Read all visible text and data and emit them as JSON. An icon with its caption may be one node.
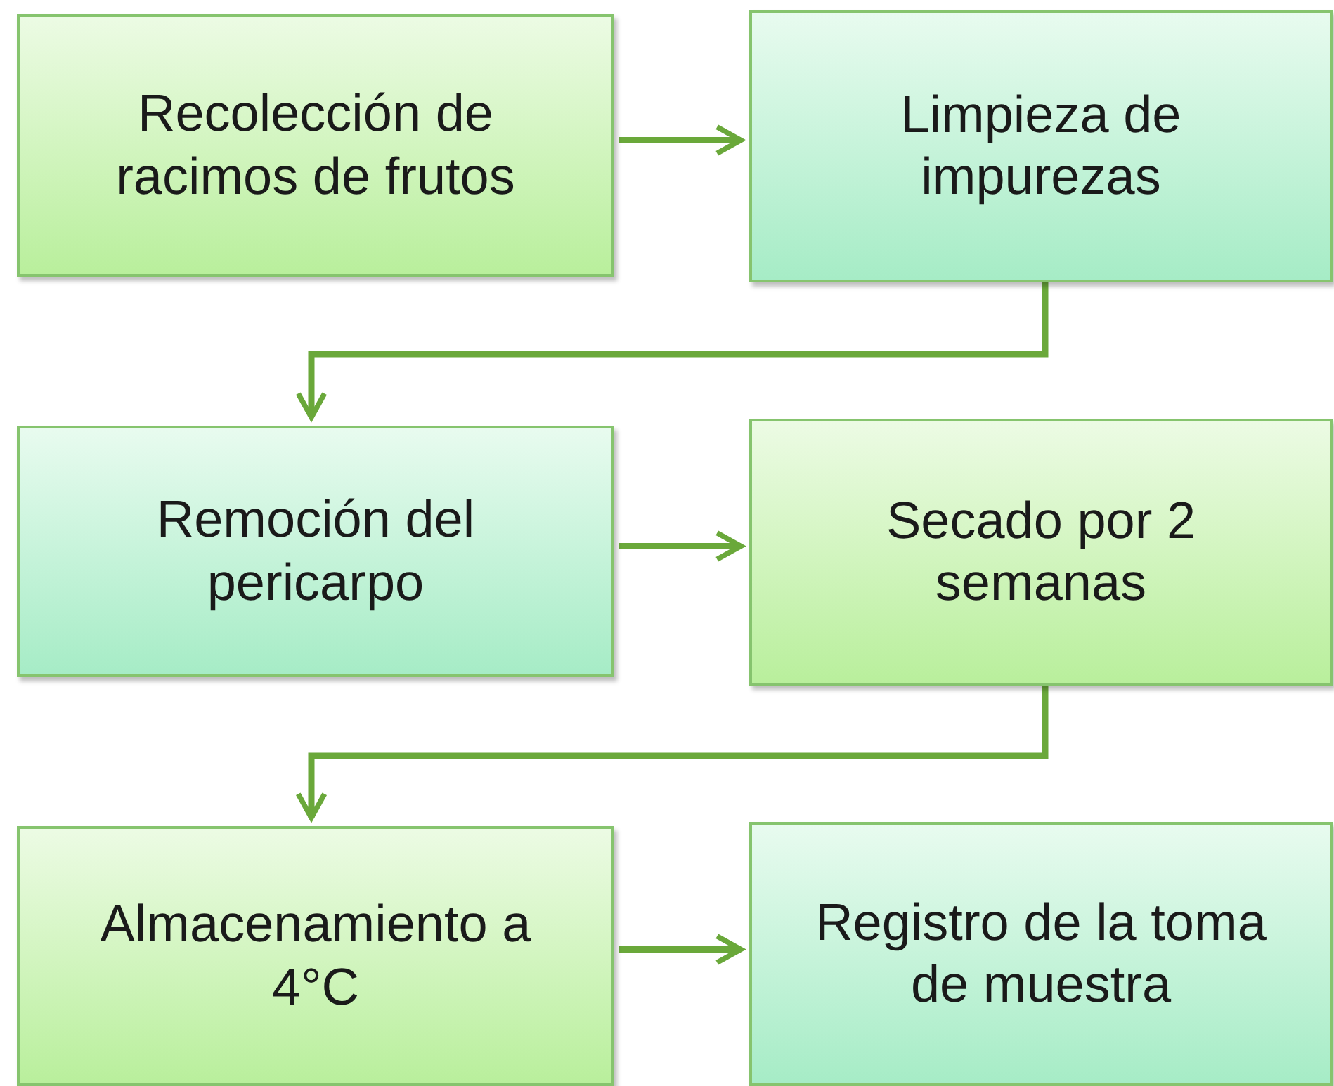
{
  "diagram": {
    "nodes": [
      {
        "text": [
          "Recolección de racimos de frutos"
        ]
      },
      {
        "text": [
          "Limpieza de impurezas"
        ]
      },
      {
        "text": [
          "Remoción del pericarpo"
        ]
      },
      {
        "text": [
          "Secado por 2 semanas"
        ]
      },
      {
        "text": [
          "Almacenamiento a 4°C"
        ]
      },
      {
        "text": [
          "Registro de la toma de muestra"
        ]
      }
    ],
    "edges": [
      {
        "from": 0,
        "to": 1,
        "arrow": "to"
      },
      {
        "from": 1,
        "to": 2,
        "arrow": "to"
      },
      {
        "from": 2,
        "to": 3,
        "arrow": "to"
      },
      {
        "from": 3,
        "to": 4,
        "arrow": "to"
      },
      {
        "from": 4,
        "to": 5,
        "arrow": "to"
      }
    ]
  }
}
